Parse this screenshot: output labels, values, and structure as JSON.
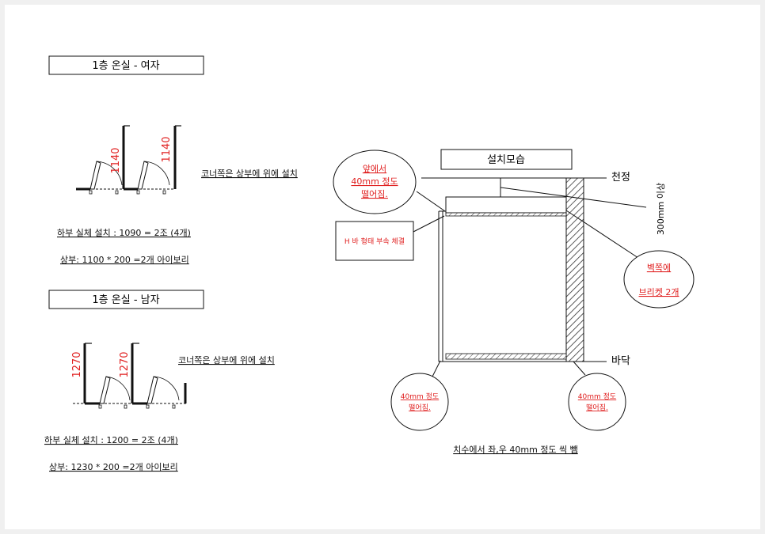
{
  "female": {
    "title": "1층 온실 - 여자",
    "dim": "1140",
    "note": "코너쪽은  상부에 위에  설치",
    "lower": "하부  실체  설치 : 1090  = 2조 (4개)",
    "upper": "상부: 1100 * 200 =2개 아이보리"
  },
  "male": {
    "title": "1층 온실 - 남자",
    "dim": "1270",
    "note": "코너쪽은  상부에 위에  설치",
    "lower": "하부  실체  설치 : 1200  = 2조 (4개)",
    "upper": "상부: 1230 * 200 =2개 아이보리"
  },
  "install": {
    "title": "설치모습",
    "ceiling": "천정",
    "floor": "바닥",
    "clearance": "300mm 이상",
    "front_bubble": [
      "앞에서",
      "40mm  정도",
      "떨어짐."
    ],
    "hbar_note": "H 바  형태 부속 체결",
    "wall_bubble": [
      "벽쪽에",
      "브리켓 2개"
    ],
    "bottom_left_bubble": [
      "40mm 정도",
      "떨어짐."
    ],
    "bottom_right_bubble": [
      "40mm 정도",
      "떨어짐."
    ],
    "footer": "치수에서 좌,우 40mm 정도 씩 뺌"
  },
  "colors": {
    "dimension": "#e02020",
    "line": "#111111",
    "hatch": "#555555"
  }
}
